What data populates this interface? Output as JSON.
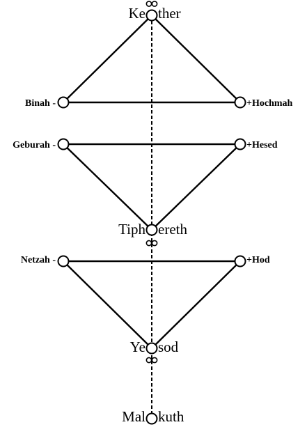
{
  "diagram": {
    "nodes": {
      "kether": {
        "part1": "Ke",
        "part2": "ther"
      },
      "binah": {
        "label": "Binah -"
      },
      "hochmah": {
        "label": "+Hochmah"
      },
      "geburah": {
        "label": "Geburah -"
      },
      "hesed": {
        "label": "+Hesed"
      },
      "tiphereth": {
        "part1": "Tiph",
        "part2": "ereth"
      },
      "netzah": {
        "label": "Netzah -"
      },
      "hod": {
        "label": "+Hod"
      },
      "yesod": {
        "part1": "Ye",
        "part2": "sod"
      },
      "malkuth": {
        "part1": "Mal",
        "part2": "kuth"
      }
    },
    "colors": {
      "ink": "#000000",
      "background": "#ffffff"
    }
  }
}
